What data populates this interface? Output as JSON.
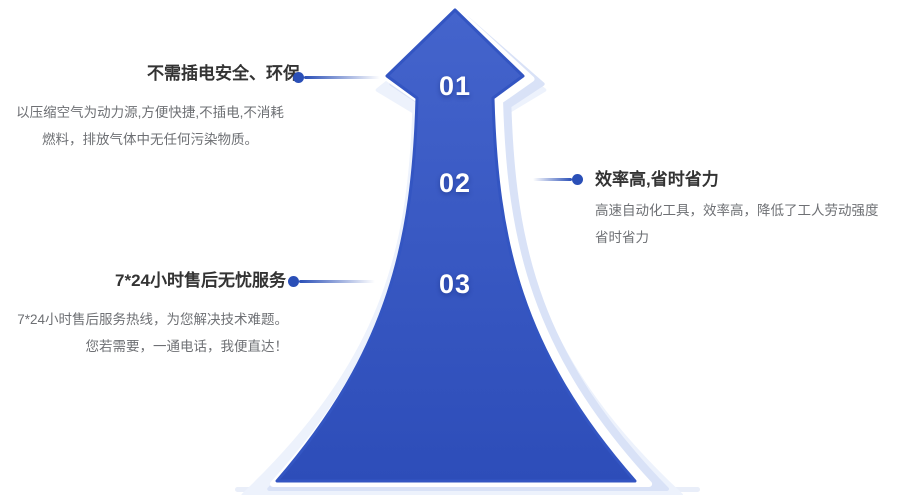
{
  "palette": {
    "arrow_blue": "#3355c2",
    "arrow_blue_top": "#4464cc",
    "arrow_layer_light": "#d9e2f7",
    "arrow_layer_lightest": "#edf2fc",
    "connector_blue": "#2a4fb7",
    "title_color": "#333333",
    "desc_color": "#6e7074",
    "number_color": "#ffffff",
    "ground_line": "#e9eef9"
  },
  "diagram": {
    "type": "growth-arrow-infographic",
    "steps": [
      {
        "number": "01",
        "side": "left",
        "title": "不需插电安全、环保",
        "desc_lines": [
          "以压缩空气为动力源,方便快捷,不插电,不消耗",
          "燃料，排放气体中无任何污染物质。"
        ]
      },
      {
        "number": "02",
        "side": "right",
        "title": "效率高,省时省力",
        "desc_lines": [
          "高速自动化工具，效率高，降低了工人劳动强度",
          "省时省力"
        ]
      },
      {
        "number": "03",
        "side": "left",
        "title": "7*24小时售后无忧服务",
        "desc_lines": [
          "7*24小时售后服务热线，为您解决技术难题。",
          "您若需要，一通电话，我便直达！"
        ]
      }
    ]
  }
}
